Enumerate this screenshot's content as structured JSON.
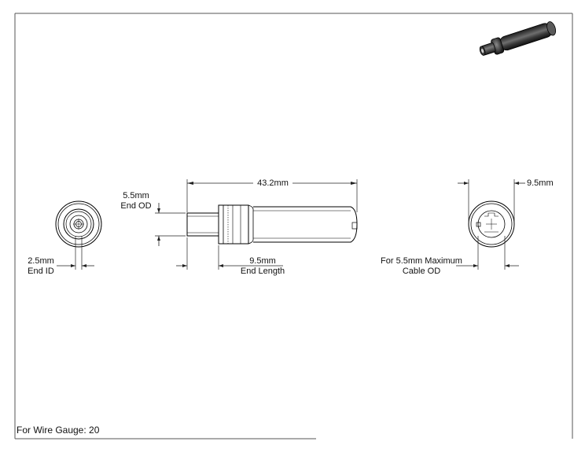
{
  "drawing": {
    "dimensions": {
      "overall_length": "43.2mm",
      "end_od_value": "5.5mm",
      "end_od_caption": "End OD",
      "end_length_value": "9.5mm",
      "end_length_caption": "End Length",
      "end_id_value": "2.5mm",
      "end_id_caption": "End ID",
      "body_od": "9.5mm",
      "cable_od_line1": "For 5.5mm Maximum",
      "cable_od_line2": "Cable OD"
    },
    "footer_note": "For Wire Gauge: 20"
  },
  "colors": {
    "line": "#000000",
    "dim_line": "#222222",
    "part_dark": "#2b2b2b",
    "part_mid": "#5a5a5a",
    "part_light": "#9a9a9a"
  }
}
